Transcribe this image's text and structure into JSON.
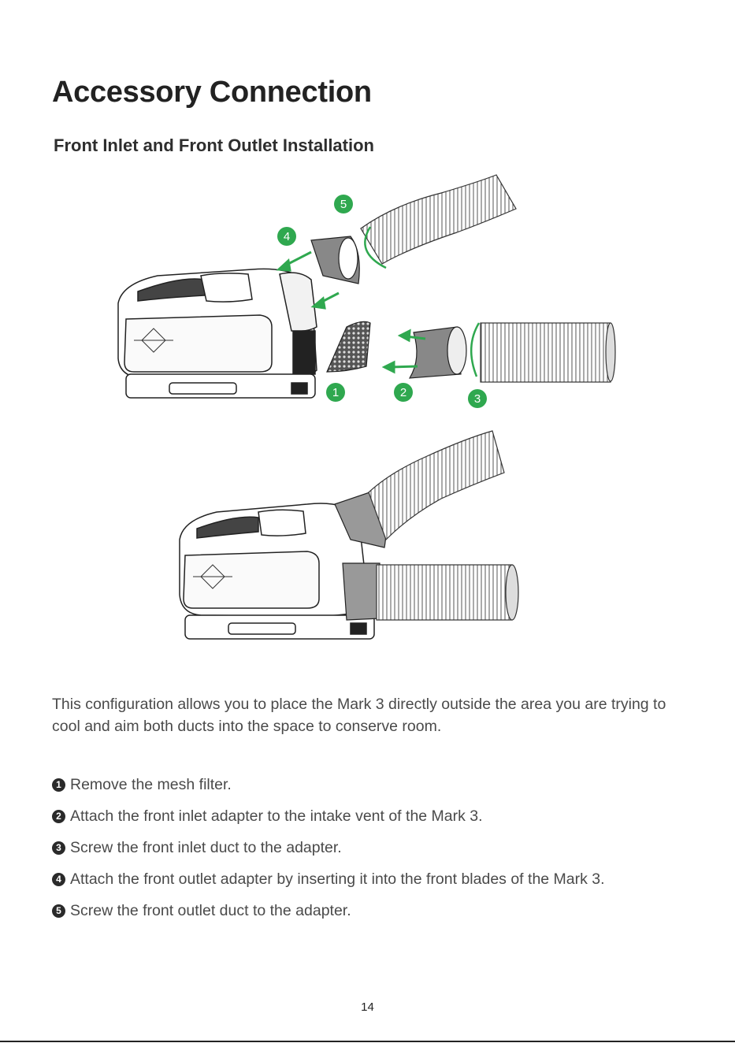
{
  "title": "Accessory Connection",
  "subtitle": "Front Inlet and Front Outlet Installation",
  "figure_top": {
    "callouts": [
      "1",
      "2",
      "3",
      "4",
      "5"
    ],
    "accent_color": "#2fa84f"
  },
  "intro": "This configuration allows you to place the Mark 3 directly outside the area you are trying to cool and aim both ducts into the space to conserve room.",
  "steps": [
    {
      "num": "1",
      "text": "Remove the mesh filter."
    },
    {
      "num": "2",
      "text": "Attach the front inlet adapter to the intake vent of the Mark 3."
    },
    {
      "num": "3",
      "text": "Screw the front inlet duct to the adapter."
    },
    {
      "num": "4",
      "text": "Attach the front outlet adapter by inserting it into the front blades of the Mark 3."
    },
    {
      "num": "5",
      "text": "Screw the front outlet duct to the adapter."
    }
  ],
  "page_number": "14"
}
